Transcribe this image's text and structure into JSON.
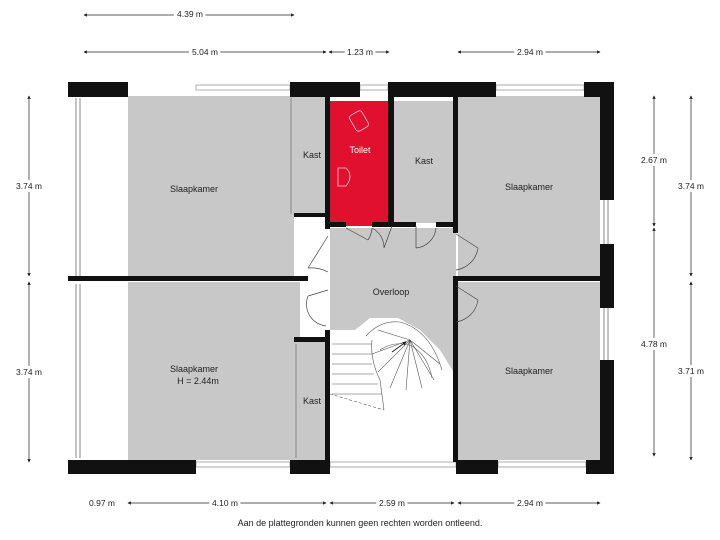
{
  "rooms": {
    "bedroom_nw": "Slaapkamer",
    "bedroom_sw": "Slaapkamer",
    "bedroom_sw_height": "H = 2.44m",
    "bedroom_ne": "Slaapkamer",
    "bedroom_se": "Slaapkamer",
    "closet_nw": "Kast",
    "closet_mid": "Kast",
    "closet_sw": "Kast",
    "toilet": "Toilet",
    "landing": "Overloop"
  },
  "dimensions": {
    "top_overall": "4.39 m",
    "top_left": "5.04 m",
    "top_mid": "1.23 m",
    "top_right": "2.94 m",
    "left_upper": "3.74 m",
    "left_lower": "3.74 m",
    "right_inner_upper": "2.67 m",
    "right_inner_lower": "4.78 m",
    "right_outer_upper": "3.74 m",
    "right_outer_lower": "3.71 m",
    "bottom_1": "0.97 m",
    "bottom_2": "4.10 m",
    "bottom_3": "2.59 m",
    "bottom_4": "2.94 m"
  },
  "colors": {
    "room_fill": "#c8c8c8",
    "toilet_fill": "#e0102e",
    "wall": "#111111"
  },
  "disclaimer": "Aan de plattegronden kunnen geen rechten worden ontleend."
}
